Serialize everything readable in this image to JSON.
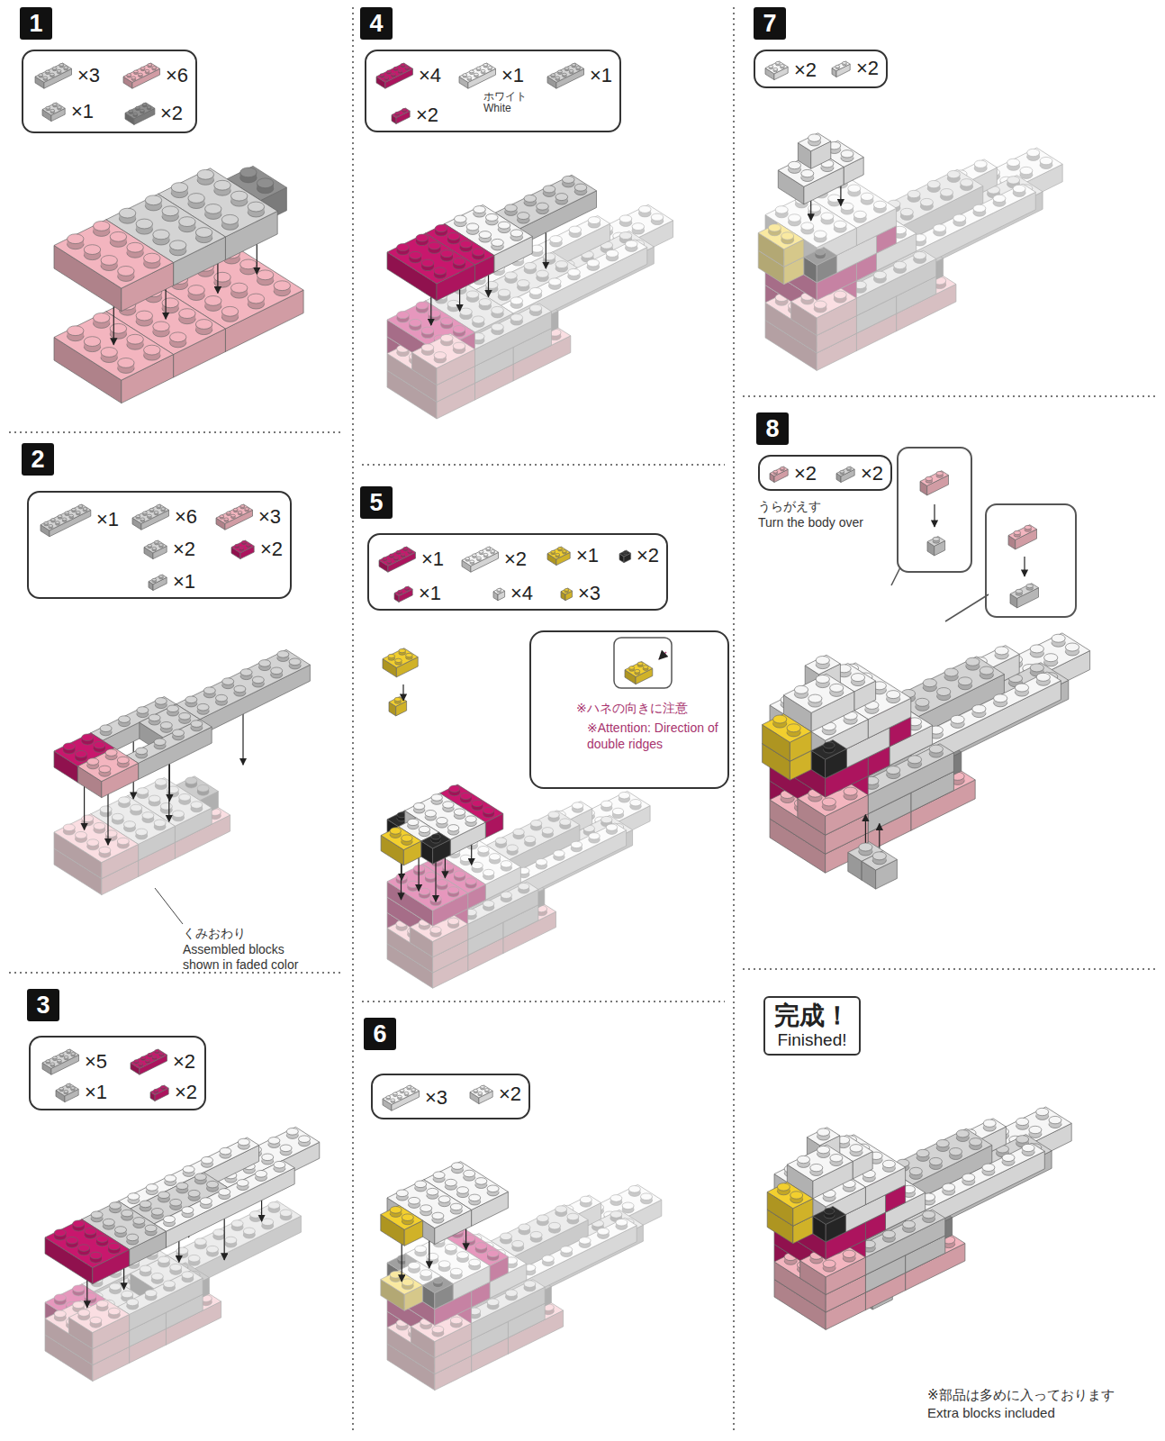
{
  "diagram": {
    "nodes": [
      {
        "text": [
          "1"
        ]
      },
      {
        "text": [
          "×3",
          "×6",
          "×1",
          "×2"
        ]
      },
      {
        "text": [
          "2"
        ]
      },
      {
        "text": [
          "×1",
          "×6",
          "×3",
          "×2",
          "×2",
          "×1"
        ]
      },
      {
        "text": [
          "3"
        ]
      },
      {
        "text": [
          "×5",
          "×2",
          "×1",
          "×2"
        ]
      },
      {
        "text": [
          "4"
        ]
      },
      {
        "text": [
          "×4",
          "×1",
          "ホワイト White",
          "×1",
          "×2"
        ]
      },
      {
        "text": [
          "5"
        ]
      },
      {
        "text": [
          "×1",
          "×2",
          "×1",
          "×2",
          "×1",
          "×4",
          "×3"
        ]
      },
      {
        "text": [
          "※ハネの向きに注意",
          "※Attention: Direction of double ridges"
        ]
      },
      {
        "text": [
          "6"
        ]
      },
      {
        "text": [
          "×3",
          "×2"
        ]
      },
      {
        "text": [
          "7"
        ]
      },
      {
        "text": [
          "×2",
          "×2"
        ]
      },
      {
        "text": [
          "8"
        ]
      },
      {
        "text": [
          "×2",
          "×2"
        ]
      },
      {
        "text": [
          "完成！",
          "Finished!"
        ]
      }
    ],
    "labels": [
      "くみおわり",
      "Assembled blocks shown in faded color",
      "うらがえす",
      "Turn the body over",
      "※部品は多めに入っております",
      "Extra blocks included"
    ]
  }
}
